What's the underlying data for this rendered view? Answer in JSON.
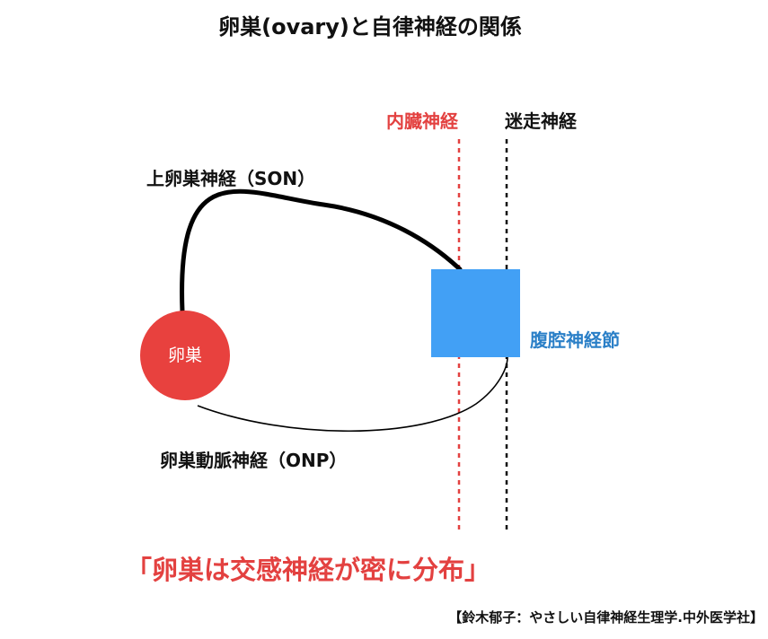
{
  "title": "卵巣(ovary)と自律神経の関係",
  "nerves": {
    "visceral": {
      "label": "内臓神経",
      "color": "#e34140"
    },
    "vagus": {
      "label": "迷走神経",
      "color": "#111111"
    }
  },
  "son_label": "上卵巣神経（SON）",
  "onp_label": "卵巣動脈神経（ONP）",
  "ovary": {
    "label": "卵巣",
    "color": "#e8413e"
  },
  "ganglion": {
    "label": "腹腔神経節",
    "color": "#42a0f5",
    "label_color": "#2a7fc7"
  },
  "conclusion": "「卵巣は交感神経が密に分布」",
  "citation": "【鈴木郁子：やさしい自律神経生理学.中外医学社】"
}
